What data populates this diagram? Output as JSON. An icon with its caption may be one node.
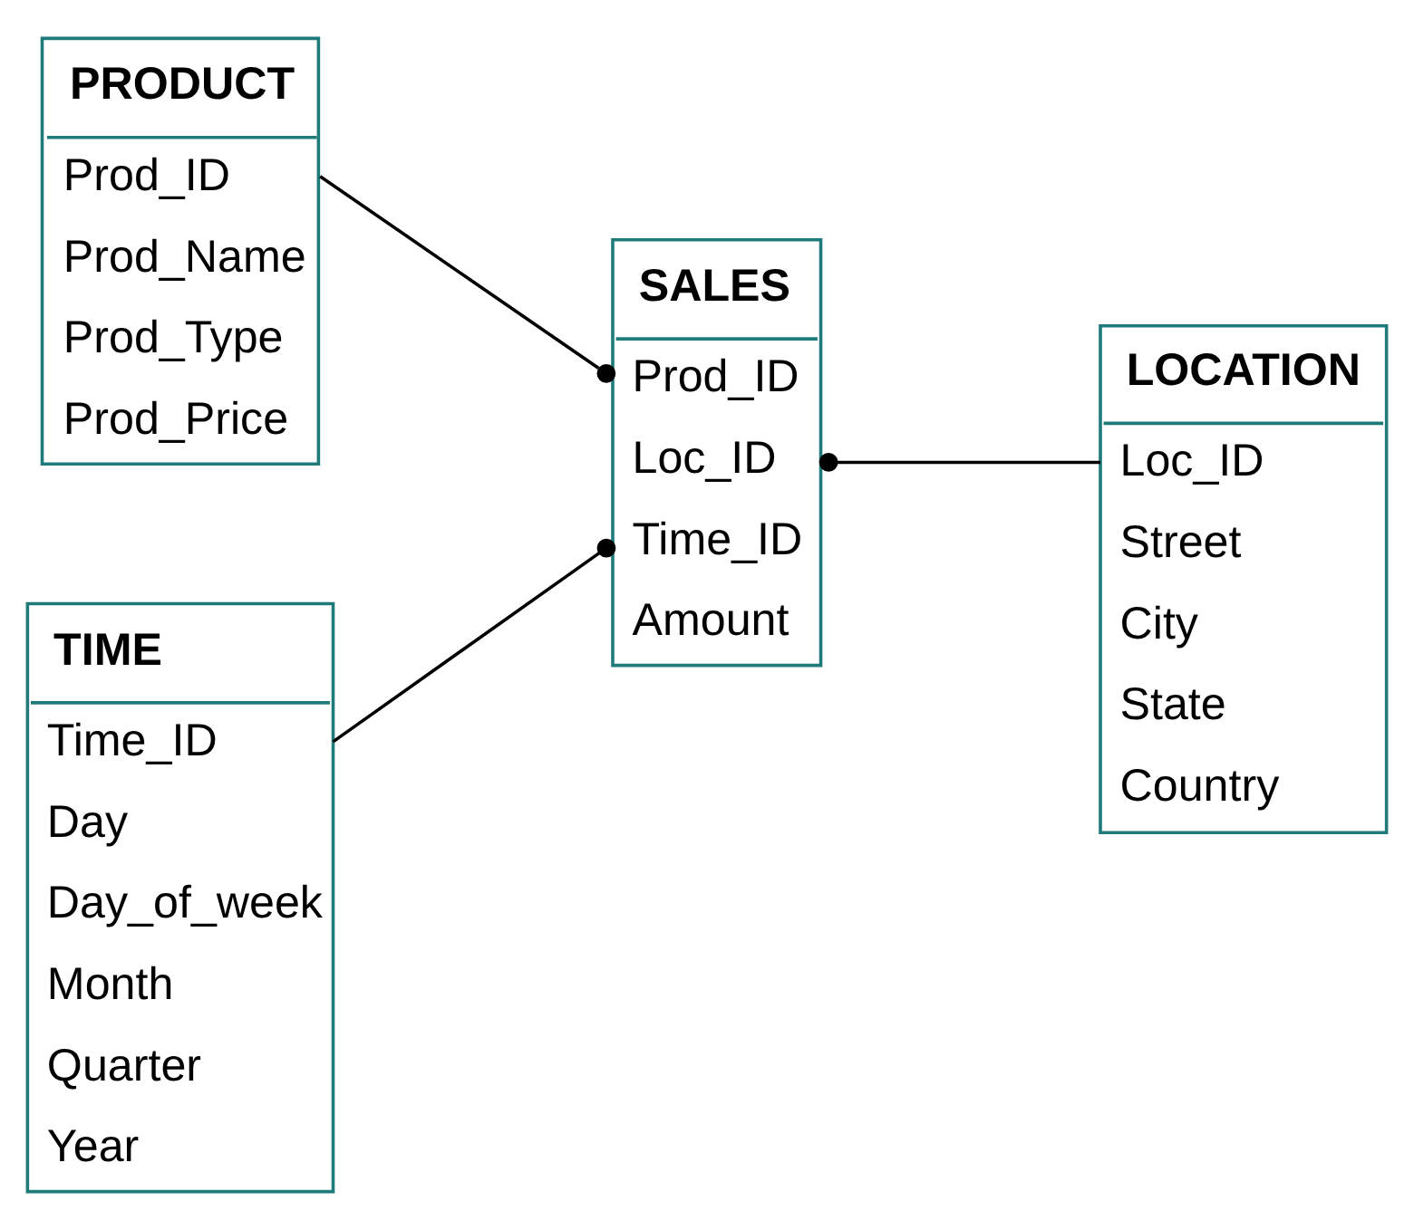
{
  "diagram": {
    "nodes": [
      {
        "text": [
          "PRODUCT",
          "Prod_ID",
          "Prod_Name",
          "Prod_Type",
          "Prod_Price"
        ]
      },
      {
        "text": [
          "LOCATION",
          "Loc_ID",
          "Street",
          "City",
          "State",
          "Country"
        ]
      },
      {
        "text": [
          "SALES",
          "Prod_ID",
          "Loc_ID",
          "Time_ID",
          "Amount"
        ]
      },
      {
        "text": [
          "TIME",
          "Time_ID",
          "Day",
          "Day_of_week",
          "Month",
          "Quarter",
          "Year"
        ]
      }
    ],
    "edges": [
      {
        "from": 0,
        "to": 2,
        "arrow": "other"
      },
      {
        "from": 1,
        "to": 2,
        "arrow": "other"
      },
      {
        "from": 3,
        "to": 2,
        "arrow": "other"
      }
    ]
  }
}
